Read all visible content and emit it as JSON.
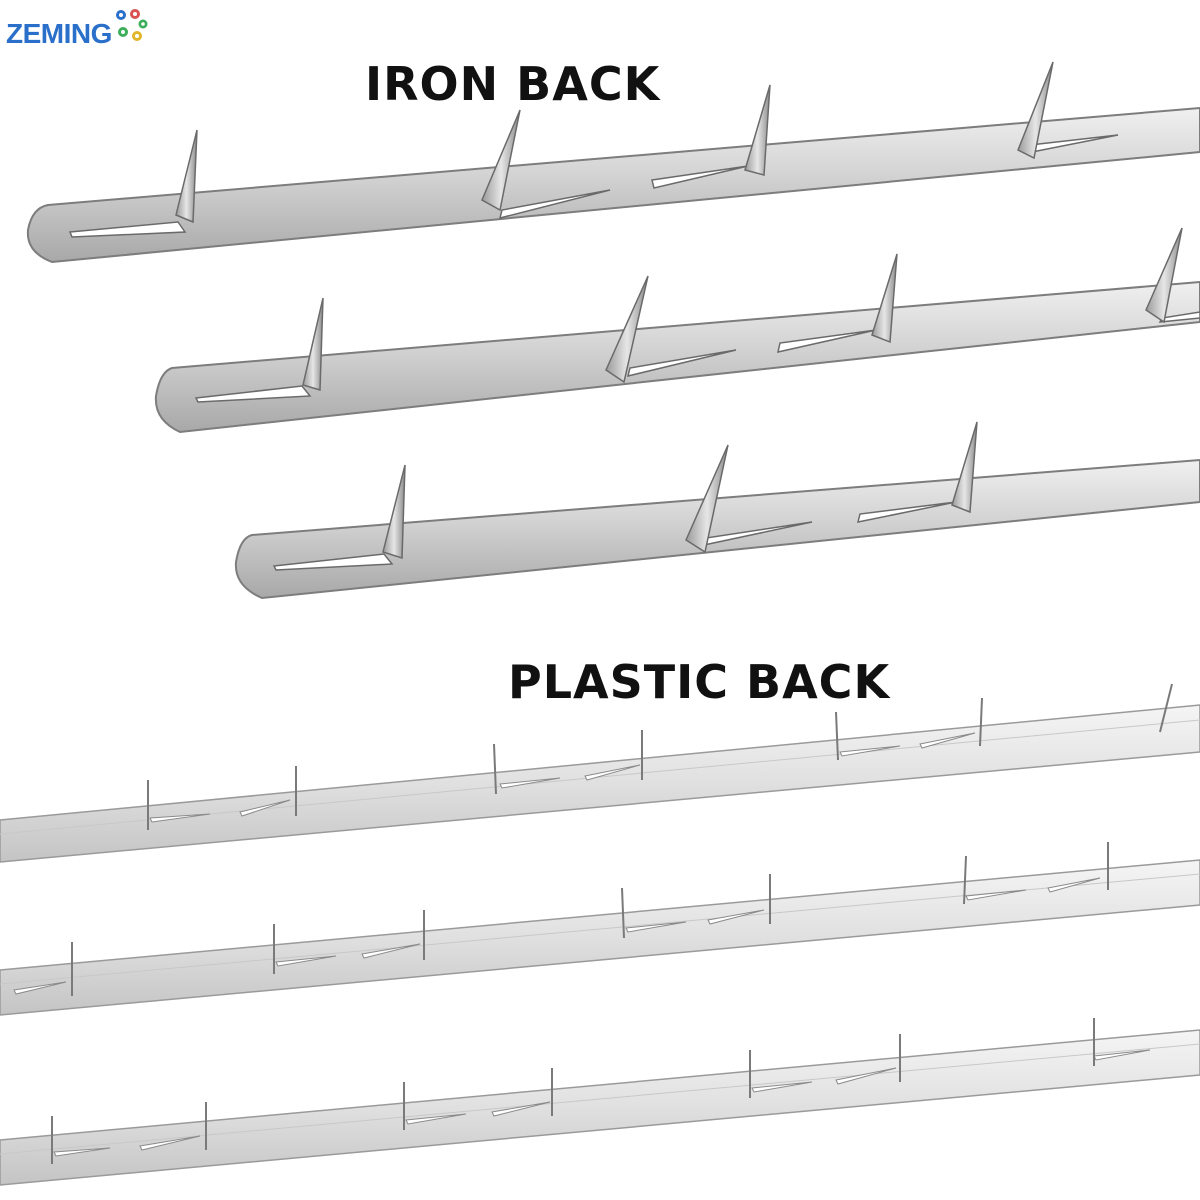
{
  "brand": {
    "name": "ZEMING",
    "color": "#2a6fc9"
  },
  "sections": {
    "iron": {
      "title": "IRON BACK"
    },
    "plastic": {
      "title": "PLASTIC BACK"
    }
  },
  "colors": {
    "heading": "#111111",
    "metal_light": "#e3e3e3",
    "metal_mid": "#c6c6c6",
    "metal_dark": "#8f8f8f",
    "plastic_light": "#ededed",
    "plastic_mid": "#d8d8d8",
    "plastic_dark": "#a9a9a9"
  },
  "icons": [
    "gear-cluster-icon"
  ]
}
